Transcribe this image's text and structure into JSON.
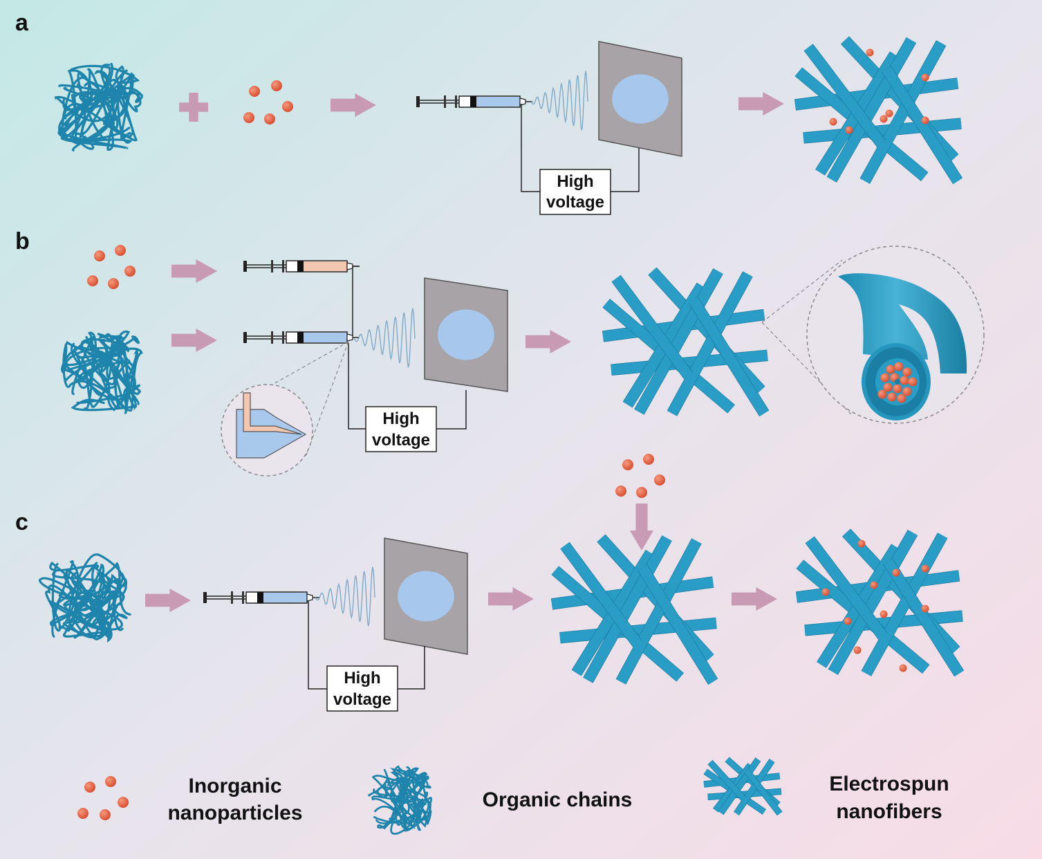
{
  "panels": [
    {
      "label": "a",
      "high_voltage": [
        "High",
        "voltage"
      ]
    },
    {
      "label": "b",
      "high_voltage": [
        "High",
        "voltage"
      ]
    },
    {
      "label": "c",
      "high_voltage": [
        "High",
        "voltage"
      ]
    }
  ],
  "legend": {
    "nanoparticles": [
      "Inorganic",
      "nanoparticles"
    ],
    "chains": "Organic chains",
    "nanofibers": [
      "Electrospun",
      "nanofibers"
    ]
  },
  "colors": {
    "fiber": "#2596BE",
    "fiber_dark": "#1A7FA3",
    "particle": "#E2583A",
    "arrow": "#C99AB4",
    "collector": "#A7A3A6",
    "collector_spot": "#A7C8EC",
    "syringe_fluid": "#A9C9EC",
    "shell_fluid": "#F3C6B0",
    "bg_top": "#C5E8E6",
    "bg_bottom": "#F5DCE6"
  },
  "icons": [
    "polymer-chain-icon",
    "nanoparticle-icon",
    "syringe-icon",
    "collector-icon",
    "nanofiber-mesh-icon",
    "arrow-icon",
    "nozzle-zoom-icon",
    "core-shell-fiber-icon"
  ]
}
